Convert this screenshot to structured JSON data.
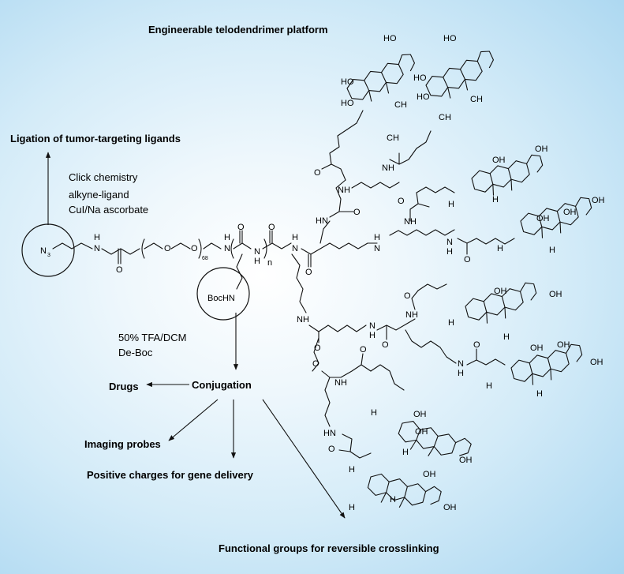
{
  "labels": {
    "title": "Engineerable telodendrimer platform",
    "ligation": "Ligation of tumor-targeting ligands",
    "click": "Click chemistry",
    "alkyne": "alkyne-ligand",
    "cui": "CuI/Na ascorbate",
    "tfa": "50% TFA/DCM",
    "deboc": "De-Boc",
    "conjugation": "Conjugation",
    "drugs": "Drugs",
    "imaging": "Imaging probes",
    "positive": "Positive charges for gene delivery",
    "functional": "Functional groups for reversible crosslinking"
  },
  "atoms": {
    "n": "N",
    "three": "3",
    "h": "H",
    "o": "O",
    "nh": "NH",
    "hn": "HN",
    "oh": "OH",
    "ho": "HO",
    "ch": "CH",
    "hc": "H",
    "c3": "C",
    "bochn": "BocHN",
    "peg_n": "68",
    "rep_n": "n"
  }
}
